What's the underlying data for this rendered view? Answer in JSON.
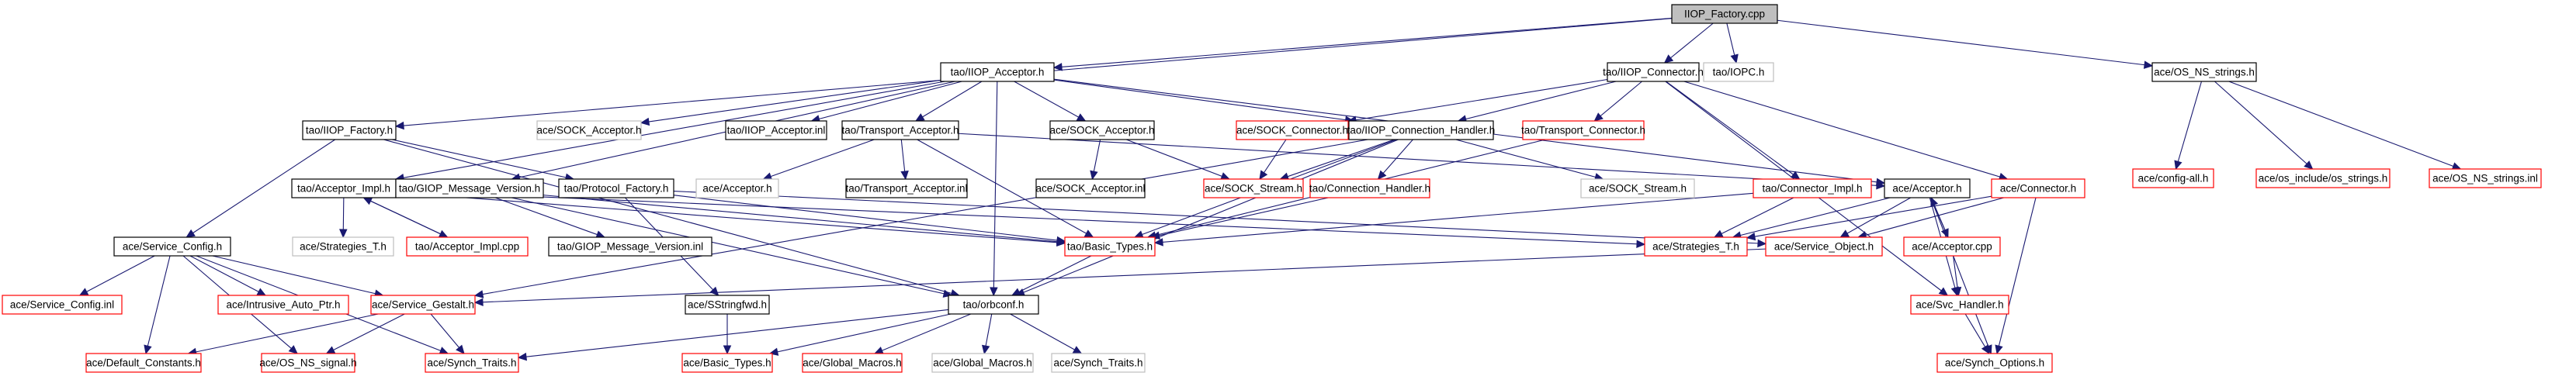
{
  "graph": {
    "title": "IIOP_Factory.cpp include dependency graph",
    "colors": {
      "edge": "#191970",
      "root_fill": "#bfbfbf",
      "normal_border": "#000000",
      "missing_border": "#bfbfbf",
      "unresolved_border": "#ff0000",
      "background": "#ffffff"
    },
    "nodes": [
      {
        "id": "root",
        "label": "IIOP_Factory.cpp",
        "style": "root"
      },
      {
        "id": "iiop_acceptor_h",
        "label": "tao/IIOP_Acceptor.h",
        "style": "normal"
      },
      {
        "id": "iiop_connector_h",
        "label": "tao/IIOP_Connector.h",
        "style": "normal"
      },
      {
        "id": "iopc_h",
        "label": "tao/IOPC.h",
        "style": "missing"
      },
      {
        "id": "os_ns_strings_h",
        "label": "ace/OS_NS_strings.h",
        "style": "normal"
      },
      {
        "id": "iiop_factory_h",
        "label": "tao/IIOP_Factory.h",
        "style": "normal"
      },
      {
        "id": "sock_acceptor_h_grey",
        "label": "ace/SOCK_Acceptor.h",
        "style": "missing"
      },
      {
        "id": "iiop_acceptor_inl",
        "label": "tao/IIOP_Acceptor.inl",
        "style": "normal"
      },
      {
        "id": "transport_acceptor_h",
        "label": "tao/Transport_Acceptor.h",
        "style": "normal"
      },
      {
        "id": "sock_acceptor_h",
        "label": "ace/SOCK_Acceptor.h",
        "style": "normal"
      },
      {
        "id": "sock_connector_h",
        "label": "ace/SOCK_Connector.h",
        "style": "unresolved"
      },
      {
        "id": "iiop_connection_handler_h",
        "label": "tao/IIOP_Connection_Handler.h",
        "style": "normal"
      },
      {
        "id": "transport_connector_h",
        "label": "tao/Transport_Connector.h",
        "style": "unresolved"
      },
      {
        "id": "config_all_h",
        "label": "ace/config-all.h",
        "style": "unresolved"
      },
      {
        "id": "os_strings_h",
        "label": "ace/os_include/os_strings.h",
        "style": "unresolved"
      },
      {
        "id": "os_ns_strings_inl",
        "label": "ace/OS_NS_strings.inl",
        "style": "unresolved"
      },
      {
        "id": "acceptor_impl_h",
        "label": "tao/Acceptor_Impl.h",
        "style": "normal"
      },
      {
        "id": "giop_message_version_h",
        "label": "tao/GIOP_Message_Version.h",
        "style": "normal"
      },
      {
        "id": "protocol_factory_h",
        "label": "tao/Protocol_Factory.h",
        "style": "normal"
      },
      {
        "id": "ace_acceptor_h_grey",
        "label": "ace/Acceptor.h",
        "style": "missing"
      },
      {
        "id": "transport_acceptor_inl",
        "label": "tao/Transport_Acceptor.inl",
        "style": "normal"
      },
      {
        "id": "sock_acceptor_inl",
        "label": "ace/SOCK_Acceptor.inl",
        "style": "normal"
      },
      {
        "id": "sock_stream_h",
        "label": "ace/SOCK_Stream.h",
        "style": "unresolved"
      },
      {
        "id": "connection_handler_h",
        "label": "tao/Connection_Handler.h",
        "style": "unresolved"
      },
      {
        "id": "sock_stream_h_grey",
        "label": "ace/SOCK_Stream.h",
        "style": "missing"
      },
      {
        "id": "connector_impl_h",
        "label": "tao/Connector_Impl.h",
        "style": "unresolved"
      },
      {
        "id": "ace_acceptor_h",
        "label": "ace/Acceptor.h",
        "style": "normal"
      },
      {
        "id": "ace_connector_h",
        "label": "ace/Connector.h",
        "style": "unresolved"
      },
      {
        "id": "service_config_h",
        "label": "ace/Service_Config.h",
        "style": "normal"
      },
      {
        "id": "strategies_t_h_grey",
        "label": "ace/Strategies_T.h",
        "style": "missing"
      },
      {
        "id": "acceptor_impl_cpp",
        "label": "tao/Acceptor_Impl.cpp",
        "style": "unresolved"
      },
      {
        "id": "giop_message_version_inl",
        "label": "tao/GIOP_Message_Version.inl",
        "style": "normal"
      },
      {
        "id": "tao_basic_types_h",
        "label": "tao/Basic_Types.h",
        "style": "unresolved"
      },
      {
        "id": "strategies_t_h",
        "label": "ace/Strategies_T.h",
        "style": "unresolved"
      },
      {
        "id": "service_object_h",
        "label": "ace/Service_Object.h",
        "style": "unresolved"
      },
      {
        "id": "acceptor_cpp",
        "label": "ace/Acceptor.cpp",
        "style": "unresolved"
      },
      {
        "id": "service_config_inl",
        "label": "ace/Service_Config.inl",
        "style": "unresolved"
      },
      {
        "id": "intrusive_auto_ptr_h",
        "label": "ace/Intrusive_Auto_Ptr.h",
        "style": "unresolved"
      },
      {
        "id": "service_gestalt_h",
        "label": "ace/Service_Gestalt.h",
        "style": "unresolved"
      },
      {
        "id": "sstringfwd_h",
        "label": "ace/SStringfwd.h",
        "style": "normal"
      },
      {
        "id": "orbconf_h",
        "label": "tao/orbconf.h",
        "style": "normal"
      },
      {
        "id": "svc_handler_h",
        "label": "ace/Svc_Handler.h",
        "style": "unresolved"
      },
      {
        "id": "default_constants_h",
        "label": "ace/Default_Constants.h",
        "style": "unresolved"
      },
      {
        "id": "os_ns_signal_h",
        "label": "ace/OS_NS_signal.h",
        "style": "unresolved"
      },
      {
        "id": "synch_traits_h",
        "label": "ace/Synch_Traits.h",
        "style": "unresolved"
      },
      {
        "id": "ace_basic_types_h",
        "label": "ace/Basic_Types.h",
        "style": "unresolved"
      },
      {
        "id": "global_macros_h",
        "label": "ace/Global_Macros.h",
        "style": "unresolved"
      },
      {
        "id": "global_macros_h_grey",
        "label": "ace/Global_Macros.h",
        "style": "missing"
      },
      {
        "id": "synch_traits_h_grey",
        "label": "ace/Synch_Traits.h",
        "style": "missing"
      },
      {
        "id": "synch_options_h",
        "label": "ace/Synch_Options.h",
        "style": "unresolved"
      }
    ],
    "edges": [
      [
        "root",
        "iiop_acceptor_h"
      ],
      [
        "root",
        "iiop_connector_h"
      ],
      [
        "root",
        "iopc_h"
      ],
      [
        "root",
        "os_ns_strings_h"
      ],
      [
        "root",
        "iiop_factory_h"
      ],
      [
        "iiop_acceptor_h",
        "sock_acceptor_h_grey"
      ],
      [
        "iiop_acceptor_h",
        "iiop_acceptor_inl"
      ],
      [
        "iiop_acceptor_h",
        "transport_acceptor_h"
      ],
      [
        "iiop_acceptor_h",
        "sock_acceptor_h"
      ],
      [
        "iiop_acceptor_h",
        "iiop_connection_handler_h"
      ],
      [
        "iiop_acceptor_h",
        "ace_acceptor_h"
      ],
      [
        "iiop_acceptor_h",
        "acceptor_impl_h"
      ],
      [
        "iiop_acceptor_h",
        "giop_message_version_h"
      ],
      [
        "iiop_acceptor_h",
        "orbconf_h"
      ],
      [
        "iiop_connector_h",
        "sock_connector_h"
      ],
      [
        "iiop_connector_h",
        "iiop_connection_handler_h"
      ],
      [
        "iiop_connector_h",
        "transport_connector_h"
      ],
      [
        "iiop_connector_h",
        "connector_impl_h"
      ],
      [
        "iiop_connector_h",
        "ace_connector_h"
      ],
      [
        "iiop_connector_h",
        "svc_handler_h"
      ],
      [
        "os_ns_strings_h",
        "config_all_h"
      ],
      [
        "os_ns_strings_h",
        "os_strings_h"
      ],
      [
        "os_ns_strings_h",
        "os_ns_strings_inl"
      ],
      [
        "iiop_factory_h",
        "protocol_factory_h"
      ],
      [
        "iiop_factory_h",
        "service_config_h"
      ],
      [
        "iiop_factory_h",
        "orbconf_h"
      ],
      [
        "transport_acceptor_h",
        "ace_acceptor_h_grey"
      ],
      [
        "transport_acceptor_h",
        "transport_acceptor_inl"
      ],
      [
        "transport_acceptor_h",
        "tao_basic_types_h"
      ],
      [
        "transport_acceptor_h",
        "ace_acceptor_h"
      ],
      [
        "sock_acceptor_h",
        "sock_acceptor_inl"
      ],
      [
        "sock_acceptor_h",
        "sock_stream_h"
      ],
      [
        "sock_connector_h",
        "sock_stream_h"
      ],
      [
        "iiop_connection_handler_h",
        "sock_stream_h"
      ],
      [
        "iiop_connection_handler_h",
        "connection_handler_h"
      ],
      [
        "iiop_connection_handler_h",
        "sock_stream_h_grey"
      ],
      [
        "iiop_connection_handler_h",
        "tao_basic_types_h"
      ],
      [
        "iiop_connection_handler_h",
        "orbconf_h"
      ],
      [
        "iiop_connection_handler_h",
        "service_gestalt_h"
      ],
      [
        "transport_connector_h",
        "tao_basic_types_h"
      ],
      [
        "acceptor_impl_h",
        "strategies_t_h_grey"
      ],
      [
        "acceptor_impl_h",
        "acceptor_impl_cpp"
      ],
      [
        "acceptor_impl_cpp",
        "acceptor_impl_h"
      ],
      [
        "acceptor_impl_h",
        "tao_basic_types_h"
      ],
      [
        "acceptor_impl_h",
        "strategies_t_h"
      ],
      [
        "giop_message_version_h",
        "giop_message_version_inl"
      ],
      [
        "giop_message_version_h",
        "tao_basic_types_h"
      ],
      [
        "giop_message_version_h",
        "orbconf_h"
      ],
      [
        "protocol_factory_h",
        "tao_basic_types_h"
      ],
      [
        "protocol_factory_h",
        "sstringfwd_h"
      ],
      [
        "protocol_factory_h",
        "service_object_h"
      ],
      [
        "connection_handler_h",
        "tao_basic_types_h"
      ],
      [
        "connector_impl_h",
        "strategies_t_h"
      ],
      [
        "connector_impl_h",
        "tao_basic_types_h"
      ],
      [
        "ace_acceptor_h",
        "strategies_t_h"
      ],
      [
        "ace_acceptor_h",
        "service_object_h"
      ],
      [
        "ace_acceptor_h",
        "acceptor_cpp"
      ],
      [
        "acceptor_cpp",
        "ace_acceptor_h"
      ],
      [
        "ace_acceptor_h",
        "synch_options_h"
      ],
      [
        "ace_acceptor_h",
        "svc_handler_h"
      ],
      [
        "ace_connector_h",
        "strategies_t_h"
      ],
      [
        "ace_connector_h",
        "service_object_h"
      ],
      [
        "ace_connector_h",
        "synch_options_h"
      ],
      [
        "acceptor_cpp",
        "svc_handler_h"
      ],
      [
        "svc_handler_h",
        "synch_options_h"
      ],
      [
        "service_config_h",
        "service_config_inl"
      ],
      [
        "service_config_h",
        "intrusive_auto_ptr_h"
      ],
      [
        "service_config_h",
        "service_gestalt_h"
      ],
      [
        "service_config_h",
        "default_constants_h"
      ],
      [
        "service_config_h",
        "os_ns_signal_h"
      ],
      [
        "service_config_h",
        "synch_traits_h"
      ],
      [
        "service_gestalt_h",
        "default_constants_h"
      ],
      [
        "service_gestalt_h",
        "os_ns_signal_h"
      ],
      [
        "service_gestalt_h",
        "synch_traits_h"
      ],
      [
        "service_object_h",
        "service_gestalt_h"
      ],
      [
        "tao_basic_types_h",
        "orbconf_h"
      ],
      [
        "sstringfwd_h",
        "ace_basic_types_h"
      ],
      [
        "orbconf_h",
        "ace_basic_types_h"
      ],
      [
        "orbconf_h",
        "global_macros_h"
      ],
      [
        "orbconf_h",
        "global_macros_h_grey"
      ],
      [
        "orbconf_h",
        "synch_traits_h_grey"
      ],
      [
        "orbconf_h",
        "synch_traits_h"
      ]
    ]
  }
}
